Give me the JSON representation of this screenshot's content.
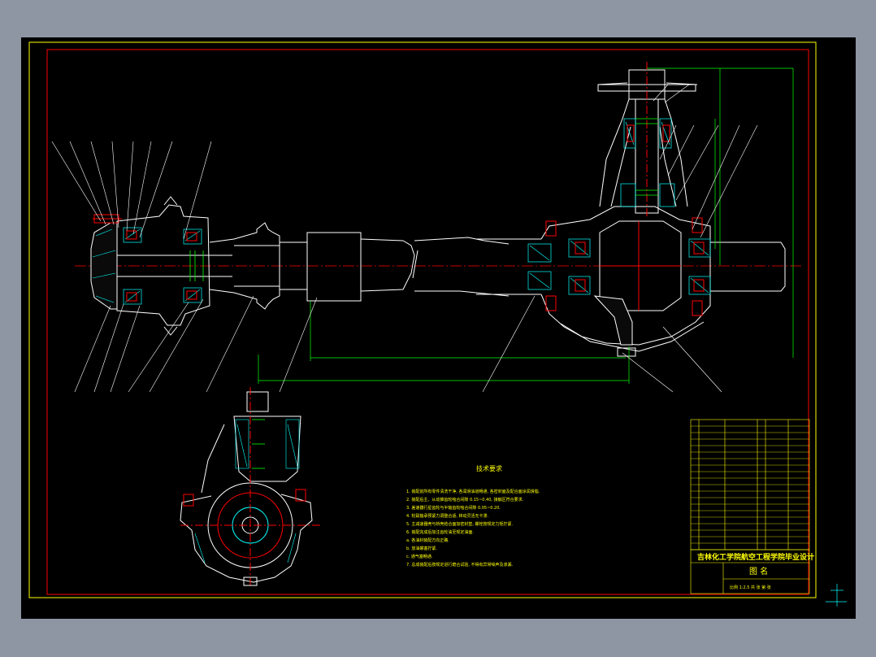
{
  "drawing": {
    "background": "#000000",
    "frame_color": "#ffff00",
    "border_color": "#ff0000",
    "part_color": "#ffffff",
    "hatch_color": "#00ffff",
    "dimension_color": "#00ff00",
    "centerline_color": "#ff0000",
    "text_color": "#ffff00"
  },
  "notes": {
    "title": "技术要求",
    "lines": [
      "1. 装配前所有零件清洗干净, 各润滑油道畅通, 各密封面及配合面涂润滑脂.",
      "2. 装配后主、从动锥齿轮啮合间隙 0.15~0.40, 接触区符合要求.",
      "3. 差速器行星齿轮与半轴齿轮啮合间隙 0.05~0.20.",
      "4. 轮毂轴承预紧力调整合适, 转动灵活无卡滞.",
      "5. 主减速器壳与桥壳结合面加密封垫, 螺栓按规定力矩拧紧.",
      "6. 装配完成后加注齿轮油至规定油面.",
      "   a. 各油封装配方向正确.",
      "   b. 放油螺塞拧紧.",
      "   c. 通气塞畅通.",
      "7. 总成装配后按规定进行磨合试验, 不得有异常噪声及渗漏."
    ]
  },
  "title_block": {
    "school": "吉林化工学院航空工程学院毕业设计",
    "drawing_name": "图  名",
    "scale_line": "比例 1:2.5 共 张 第 张"
  }
}
